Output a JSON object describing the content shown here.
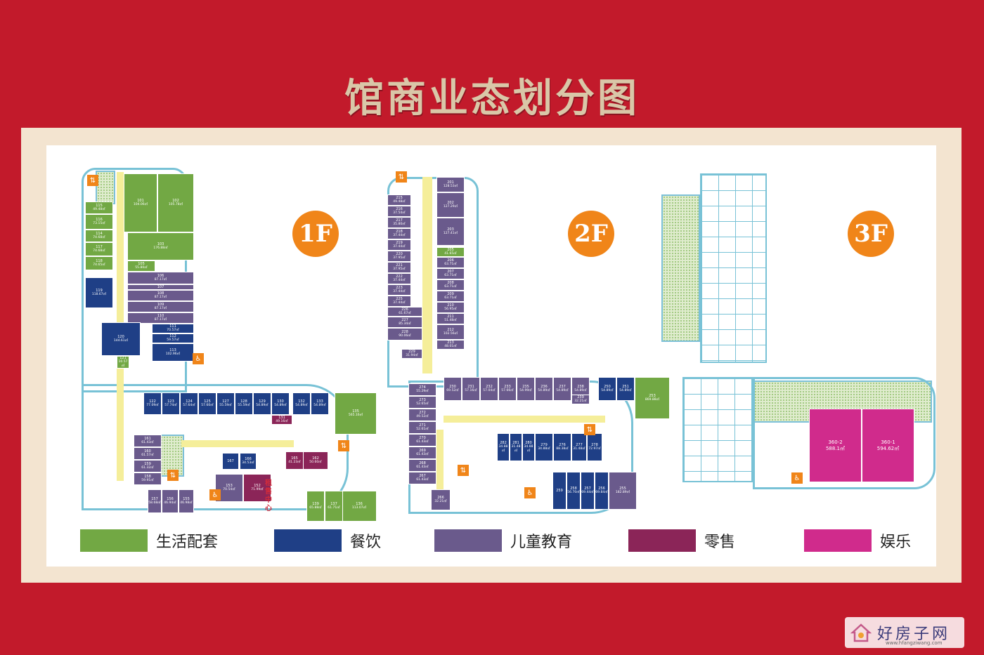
{
  "title": "馆商业态划分图",
  "floors": [
    {
      "label": "1F"
    },
    {
      "label": "2F"
    },
    {
      "label": "3F"
    }
  ],
  "legend": [
    {
      "label": "生活配套",
      "color": "#72a844"
    },
    {
      "label": "餐饮",
      "color": "#1f3f86"
    },
    {
      "label": "儿童教育",
      "color": "#6a5a8c"
    },
    {
      "label": "零售",
      "color": "#8b2558"
    },
    {
      "label": "娱乐",
      "color": "#d02b8c"
    }
  ],
  "rental_center": "租售中心",
  "units_1f": [
    {
      "id": "101",
      "area": "104.06㎡",
      "type": "g"
    },
    {
      "id": "102",
      "area": "105.78㎡",
      "type": "g"
    },
    {
      "id": "103",
      "area": "176.88㎡",
      "type": "g"
    },
    {
      "id": "105",
      "area": "55.80㎡",
      "type": "g"
    },
    {
      "id": "106",
      "area": "87.17㎡",
      "type": "c"
    },
    {
      "id": "107",
      "area": "",
      "type": "c"
    },
    {
      "id": "108",
      "area": "87.17㎡",
      "type": "c"
    },
    {
      "id": "109",
      "area": "87.17㎡",
      "type": "c"
    },
    {
      "id": "110",
      "area": "87.17㎡",
      "type": "c"
    },
    {
      "id": "111",
      "area": "70.57㎡",
      "type": "d"
    },
    {
      "id": "112",
      "area": "59.57㎡",
      "type": "d"
    },
    {
      "id": "113",
      "area": "102.96㎡",
      "type": "d"
    },
    {
      "id": "114",
      "area": "74.68㎡",
      "type": "g"
    },
    {
      "id": "115",
      "area": "49.48㎡",
      "type": "g"
    },
    {
      "id": "116",
      "area": "73.15㎡",
      "type": "g"
    },
    {
      "id": "117",
      "area": "74.68㎡",
      "type": "g"
    },
    {
      "id": "118",
      "area": "74.65㎡",
      "type": "g"
    },
    {
      "id": "119",
      "area": "118.67㎡",
      "type": "d"
    },
    {
      "id": "120",
      "area": "144.61㎡",
      "type": "d"
    },
    {
      "id": "121",
      "area": "10.57㎡",
      "type": "g"
    },
    {
      "id": "122",
      "area": "77.09㎡",
      "type": "d"
    },
    {
      "id": "123",
      "area": "57.74㎡",
      "type": "d"
    },
    {
      "id": "124",
      "area": "57.64㎡",
      "type": "d"
    },
    {
      "id": "125",
      "area": "57.60㎡",
      "type": "d"
    },
    {
      "id": "127",
      "area": "55.59㎡",
      "type": "d"
    },
    {
      "id": "128",
      "area": "55.59㎡",
      "type": "d"
    },
    {
      "id": "129",
      "area": "54.89㎡",
      "type": "d"
    },
    {
      "id": "130",
      "area": "54.89㎡",
      "type": "d"
    },
    {
      "id": "131",
      "area": "49.16㎡",
      "type": "r"
    },
    {
      "id": "132",
      "area": "54.89㎡",
      "type": "d"
    },
    {
      "id": "133",
      "area": "54.89㎡",
      "type": "d"
    },
    {
      "id": "135",
      "area": "565.16㎡",
      "type": "g"
    },
    {
      "id": "136",
      "area": "113.07㎡",
      "type": "g"
    },
    {
      "id": "137",
      "area": "61.71㎡",
      "type": "g"
    },
    {
      "id": "139",
      "area": "65.88㎡",
      "type": "g"
    },
    {
      "id": "153",
      "area": "70.54㎡",
      "type": "c"
    },
    {
      "id": "152",
      "area": "71.99㎡",
      "type": "r"
    },
    {
      "id": "155",
      "area": "46.98㎡",
      "type": "c"
    },
    {
      "id": "156",
      "area": "46.94㎡",
      "type": "c"
    },
    {
      "id": "157",
      "area": "58.68㎡",
      "type": "c"
    },
    {
      "id": "158",
      "area": "59.91㎡",
      "type": "c"
    },
    {
      "id": "159",
      "area": "61.32㎡",
      "type": "c"
    },
    {
      "id": "160",
      "area": "61.57㎡",
      "type": "c"
    },
    {
      "id": "161",
      "area": "61.43㎡",
      "type": "c"
    },
    {
      "id": "162",
      "area": "50.60㎡",
      "type": "r"
    },
    {
      "id": "165",
      "area": "41.23㎡",
      "type": "r"
    },
    {
      "id": "166",
      "area": "34.53㎡",
      "type": "d"
    },
    {
      "id": "167",
      "area": "",
      "type": "d"
    }
  ],
  "units_2f": [
    {
      "id": "201",
      "area": "128.53㎡",
      "type": "c"
    },
    {
      "id": "202",
      "area": "127.29㎡",
      "type": "c"
    },
    {
      "id": "203",
      "area": "127.41㎡",
      "type": "c"
    },
    {
      "id": "205",
      "area": "41.65㎡",
      "type": "g"
    },
    {
      "id": "206",
      "area": "63.71㎡",
      "type": "c"
    },
    {
      "id": "207",
      "area": "63.71㎡",
      "type": "c"
    },
    {
      "id": "208",
      "area": "63.71㎡",
      "type": "c"
    },
    {
      "id": "209",
      "area": "63.71㎡",
      "type": "c"
    },
    {
      "id": "210",
      "area": "56.95㎡",
      "type": "c"
    },
    {
      "id": "211",
      "area": "51.48㎡",
      "type": "c"
    },
    {
      "id": "212",
      "area": "102.56㎡",
      "type": "c"
    },
    {
      "id": "213",
      "area": "48.01㎡",
      "type": "c"
    },
    {
      "id": "215",
      "area": "49.48㎡",
      "type": "c"
    },
    {
      "id": "216",
      "area": "37.54㎡",
      "type": "c"
    },
    {
      "id": "217",
      "area": "35.80㎡",
      "type": "c"
    },
    {
      "id": "218",
      "area": "37.44㎡",
      "type": "c"
    },
    {
      "id": "219",
      "area": "37.44㎡",
      "type": "c"
    },
    {
      "id": "220",
      "area": "37.95㎡",
      "type": "c"
    },
    {
      "id": "221",
      "area": "37.95㎡",
      "type": "c"
    },
    {
      "id": "222",
      "area": "37.44㎡",
      "type": "c"
    },
    {
      "id": "223",
      "area": "37.44㎡",
      "type": "c"
    },
    {
      "id": "225",
      "area": "37.44㎡",
      "type": "c"
    },
    {
      "id": "226",
      "area": "61.67㎡",
      "type": "c"
    },
    {
      "id": "227",
      "area": "85.34㎡",
      "type": "c"
    },
    {
      "id": "228",
      "area": "90.06㎡",
      "type": "c"
    },
    {
      "id": "229",
      "area": "31.94㎡",
      "type": "c"
    },
    {
      "id": "230",
      "area": "69.52㎡",
      "type": "c"
    },
    {
      "id": "231",
      "area": "57.16㎡",
      "type": "c"
    },
    {
      "id": "232",
      "area": "57.04㎡",
      "type": "c"
    },
    {
      "id": "233",
      "area": "57.66㎡",
      "type": "c"
    },
    {
      "id": "235",
      "area": "54.99㎡",
      "type": "c"
    },
    {
      "id": "236",
      "area": "54.89㎡",
      "type": "c"
    },
    {
      "id": "237",
      "area": "54.89㎡",
      "type": "c"
    },
    {
      "id": "238",
      "area": "54.89㎡",
      "type": "c"
    },
    {
      "id": "239",
      "area": "32.21㎡",
      "type": "c"
    },
    {
      "id": "250",
      "area": "54.89㎡",
      "type": "d"
    },
    {
      "id": "251",
      "area": "54.89㎡",
      "type": "d"
    },
    {
      "id": "253",
      "area": "869.88㎡",
      "type": "g"
    },
    {
      "id": "255",
      "area": "182.89㎡",
      "type": "c"
    },
    {
      "id": "256",
      "area": "69.84㎡",
      "type": "d"
    },
    {
      "id": "257",
      "area": "69.44㎡",
      "type": "d"
    },
    {
      "id": "258",
      "area": "56.70㎡",
      "type": "d"
    },
    {
      "id": "259",
      "area": "",
      "type": "d"
    },
    {
      "id": "276",
      "area": "88.38㎡",
      "type": "d"
    },
    {
      "id": "277",
      "area": "31.48㎡",
      "type": "d"
    },
    {
      "id": "278",
      "area": "72.97㎡",
      "type": "d"
    },
    {
      "id": "279",
      "area": "34.88㎡",
      "type": "d"
    },
    {
      "id": "280",
      "area": "34.88㎡",
      "type": "d"
    },
    {
      "id": "281",
      "area": "31.48㎡",
      "type": "d"
    },
    {
      "id": "282",
      "area": "34.88㎡",
      "type": "d"
    },
    {
      "id": "266",
      "area": "32.21㎡",
      "type": "c"
    },
    {
      "id": "268",
      "area": "61.43㎡",
      "type": "c"
    },
    {
      "id": "269",
      "area": "61.43㎡",
      "type": "c"
    },
    {
      "id": "270",
      "area": "61.43㎡",
      "type": "c"
    },
    {
      "id": "271",
      "area": "52.61㎡",
      "type": "c"
    },
    {
      "id": "272",
      "area": "49.52㎡",
      "type": "c"
    },
    {
      "id": "273",
      "area": "52.65㎡",
      "type": "c"
    },
    {
      "id": "274",
      "area": "55.29㎡",
      "type": "c"
    },
    {
      "id": "267",
      "area": "61.43㎡",
      "type": "c"
    }
  ],
  "units_3f": [
    {
      "id": "360-2",
      "area": "588.1㎡",
      "type": "e"
    },
    {
      "id": "360-1",
      "area": "594.62㎡",
      "type": "e"
    }
  ],
  "watermark": {
    "text": "好房子网",
    "url": "www.hfangziwang.com"
  }
}
